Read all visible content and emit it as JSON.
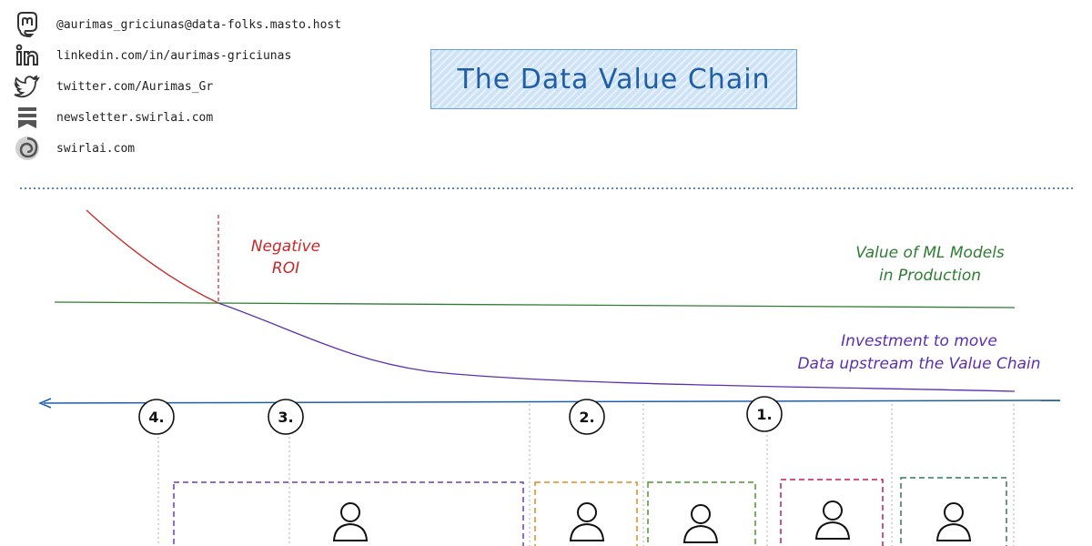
{
  "social": [
    {
      "icon": "mastodon-icon",
      "text": "@aurimas_griciunas@data-folks.masto.host"
    },
    {
      "icon": "linkedin-icon",
      "text": "linkedin.com/in/aurimas-griciunas"
    },
    {
      "icon": "twitter-icon",
      "text": "twitter.com/Aurimas_Gr"
    },
    {
      "icon": "newsletter-icon",
      "text": "newsletter.swirlai.com"
    },
    {
      "icon": "swirlai-icon",
      "text": "swirlai.com"
    }
  ],
  "title": "The Data Value Chain",
  "labels": {
    "negative_roi_line1": "Negative",
    "negative_roi_line2": "ROI",
    "value_line1": "Value of ML Models",
    "value_line2": "in Production",
    "investment_line1": "Investment to move",
    "investment_line2": "Data upstream the Value Chain"
  },
  "stages": [
    "4.",
    "3.",
    "2.",
    "1."
  ],
  "colors": {
    "value_line": "#2e7d32",
    "negative_roi": "#c62828",
    "investment": "#5b2fb0",
    "axis": "#1f5fa8",
    "title": "#1f5fa8"
  },
  "person_boxes": [
    {
      "name": "box-purple",
      "color": "#6a3ab8"
    },
    {
      "name": "box-orange",
      "color": "#e08a1e"
    },
    {
      "name": "box-green",
      "color": "#4f9a2b"
    },
    {
      "name": "box-red",
      "color": "#c2185b"
    },
    {
      "name": "box-teal",
      "color": "#2e7d5a"
    }
  ]
}
